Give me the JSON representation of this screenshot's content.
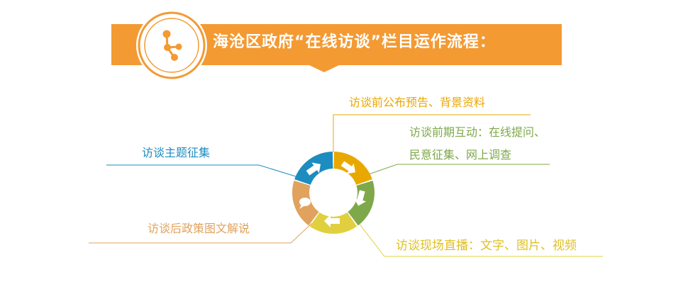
{
  "header": {
    "title": "海沧区政府“在线访谈”栏目运作流程：",
    "icon": "share-nodes-icon",
    "color": "#f39a33"
  },
  "steps": [
    {
      "label": "访谈前公布预告、背景资料",
      "color": "#e9a800"
    },
    {
      "label_line1": "访谈前期互动：在线提问、",
      "label_line2": "民意征集、网上调查",
      "color": "#7fa84a"
    },
    {
      "label": "访谈现场直播：文字、图片、视频",
      "color": "#e0d040"
    },
    {
      "label": "访谈后政策图文解说",
      "color": "#e0a25c"
    },
    {
      "label": "访谈主题征集",
      "color": "#1d8cc0"
    }
  ]
}
